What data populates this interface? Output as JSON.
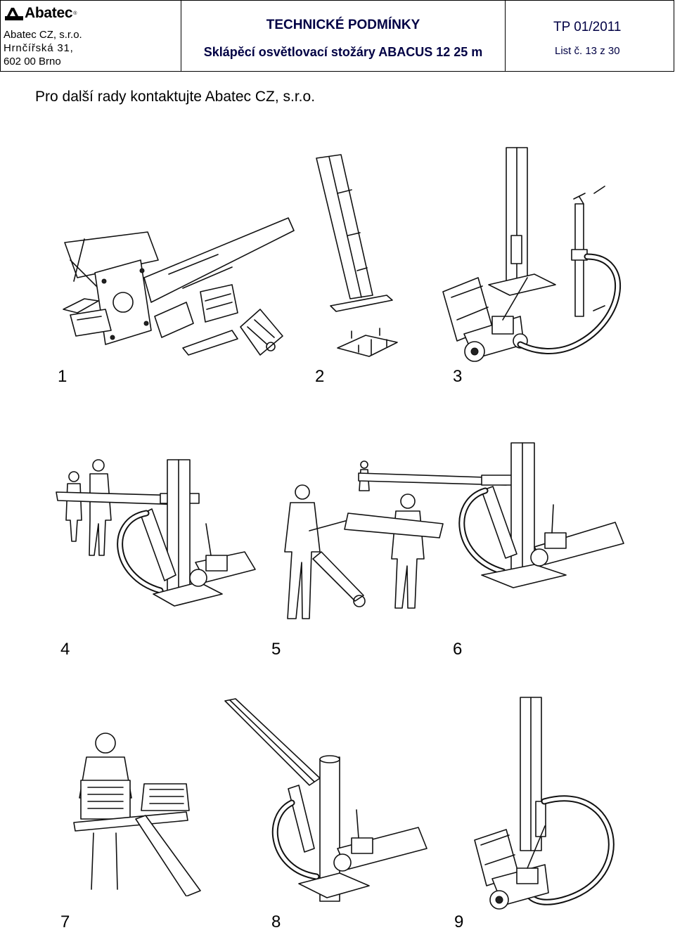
{
  "header": {
    "company_logo": "Abatec",
    "company_name": "Abatec CZ, s.r.o.",
    "street": "Hrnčířská 31,",
    "city": "602 00 Brno",
    "title": "TECHNICKÉ PODMÍNKY",
    "subtitle": "Sklápěcí osvětlovací stožáry ABACUS 12 25 m",
    "doc_number": "TP 01/2011",
    "sheet": "List č. 13 z 30"
  },
  "note": "Pro další rady kontaktujte Abatec CZ, s.r.o.",
  "figures": [
    {
      "label": "1"
    },
    {
      "label": "2"
    },
    {
      "label": "3"
    },
    {
      "label": "4"
    },
    {
      "label": "5"
    },
    {
      "label": "6"
    },
    {
      "label": "7"
    },
    {
      "label": "8"
    },
    {
      "label": "9"
    }
  ]
}
